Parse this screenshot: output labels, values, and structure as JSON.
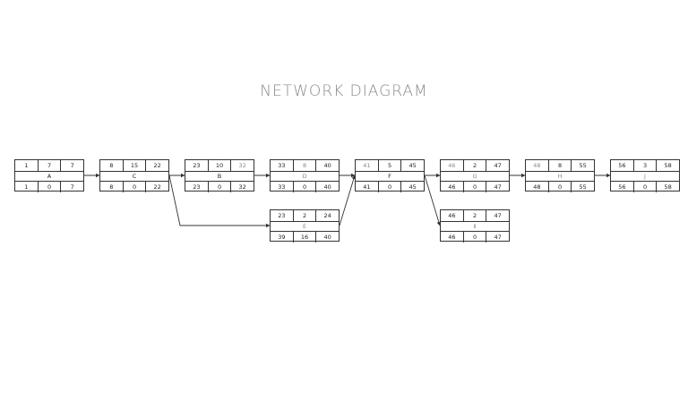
{
  "title": "NETWORK DIAGRAM",
  "nodes": [
    {
      "id": "A",
      "name": "A",
      "top": [
        "1",
        "7",
        "7"
      ],
      "bottom": [
        "1",
        "0",
        "7"
      ]
    },
    {
      "id": "C",
      "name": "C",
      "top": [
        "8",
        "15",
        "22"
      ],
      "bottom": [
        "8",
        "0",
        "22"
      ]
    },
    {
      "id": "B",
      "name": "B",
      "top": [
        "23",
        "10",
        "32"
      ],
      "bottom": [
        "23",
        "0",
        "32"
      ]
    },
    {
      "id": "D",
      "name": "D",
      "top": [
        "33",
        "8",
        "40"
      ],
      "bottom": [
        "33",
        "0",
        "40"
      ]
    },
    {
      "id": "E",
      "name": "E",
      "top": [
        "23",
        "2",
        "24"
      ],
      "bottom": [
        "39",
        "16",
        "40"
      ]
    },
    {
      "id": "F",
      "name": "F",
      "top": [
        "41",
        "5",
        "45"
      ],
      "bottom": [
        "41",
        "0",
        "45"
      ]
    },
    {
      "id": "G",
      "name": "G",
      "top": [
        "46",
        "2",
        "47"
      ],
      "bottom": [
        "46",
        "0",
        "47"
      ]
    },
    {
      "id": "I",
      "name": "I",
      "top": [
        "46",
        "2",
        "47"
      ],
      "bottom": [
        "46",
        "0",
        "47"
      ]
    },
    {
      "id": "H",
      "name": "H",
      "top": [
        "48",
        "8",
        "55"
      ],
      "bottom": [
        "48",
        "0",
        "55"
      ]
    },
    {
      "id": "J",
      "name": "J",
      "top": [
        "56",
        "3",
        "58"
      ],
      "bottom": [
        "56",
        "0",
        "58"
      ]
    }
  ],
  "edges": [
    {
      "from": "A",
      "to": "C"
    },
    {
      "from": "C",
      "to": "B"
    },
    {
      "from": "C",
      "to": "E"
    },
    {
      "from": "B",
      "to": "D"
    },
    {
      "from": "D",
      "to": "F"
    },
    {
      "from": "E",
      "to": "F"
    },
    {
      "from": "F",
      "to": "G"
    },
    {
      "from": "F",
      "to": "I"
    },
    {
      "from": "G",
      "to": "H"
    },
    {
      "from": "H",
      "to": "J"
    }
  ]
}
